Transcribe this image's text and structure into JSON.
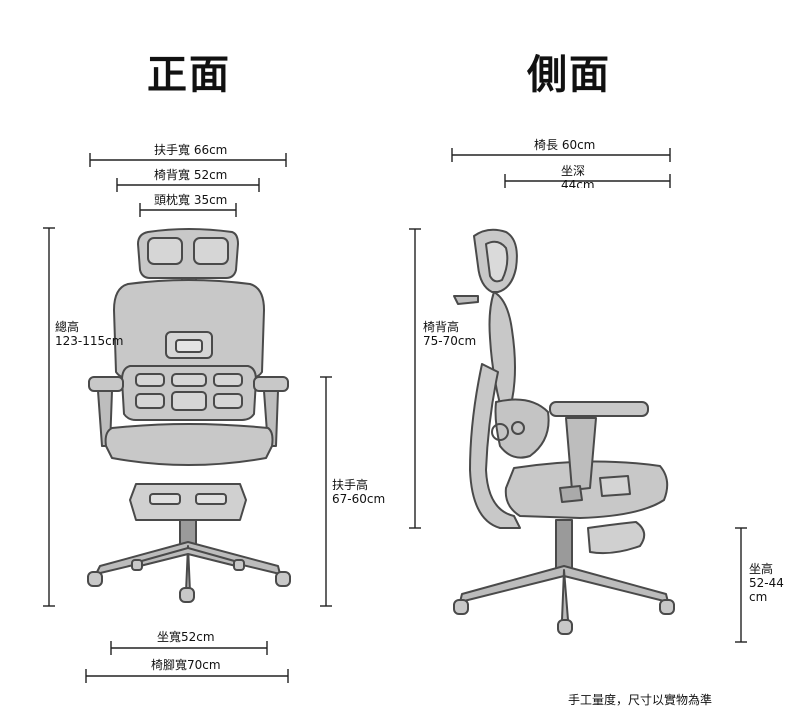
{
  "titles": {
    "front": "正面",
    "side": "側面"
  },
  "front": {
    "armrest_width": "扶手寬 66cm",
    "back_width": "椅背寬 52cm",
    "headrest_width": "頭枕寬 35cm",
    "total_height": "總高\n123-115cm",
    "armrest_height": "扶手高\n67-60cm",
    "seat_width": "坐寬52cm",
    "base_width": "椅腳寬70cm"
  },
  "side": {
    "chair_length": "椅長 60cm",
    "seat_depth": "坐深\n44cm",
    "back_height": "椅背高\n75-70cm",
    "seat_height": "坐高\n52-44\ncm"
  },
  "footnote": "手工量度，尺寸以實物為準",
  "colors": {
    "fill": "#c8c8c8",
    "outline": "#4a4a4a",
    "line": "#222222"
  }
}
